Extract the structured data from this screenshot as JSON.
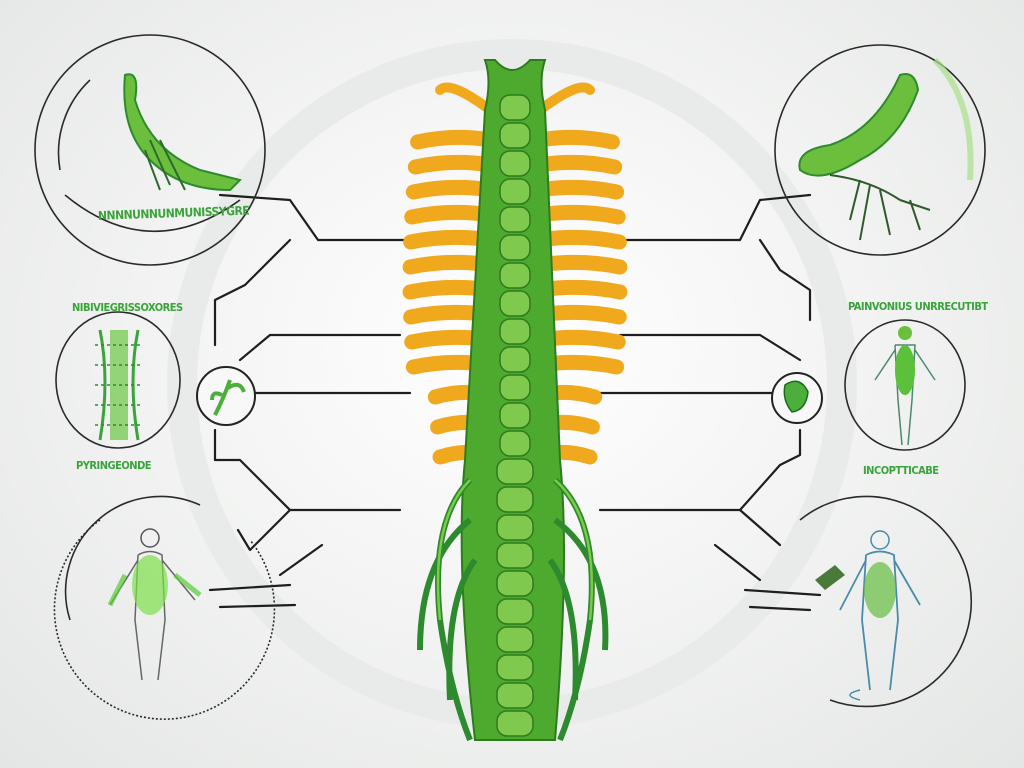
{
  "labels": {
    "top_left_arc": "NNNNUNNUNMUNISSYGRE",
    "mid_left": "NIBIVIEGRISSOXORES",
    "lower_left": "PYRINGEONDE",
    "mid_right": "PAINVONIUS UNRRECUTIBT",
    "lower_right": "INCOPTTICABE"
  },
  "colors": {
    "spine_green": "#6cbf3c",
    "spine_dark": "#2e8a2e",
    "rib_orange": "#f0a81c",
    "label_green": "#3aa33a",
    "line": "#1e1e1e"
  }
}
